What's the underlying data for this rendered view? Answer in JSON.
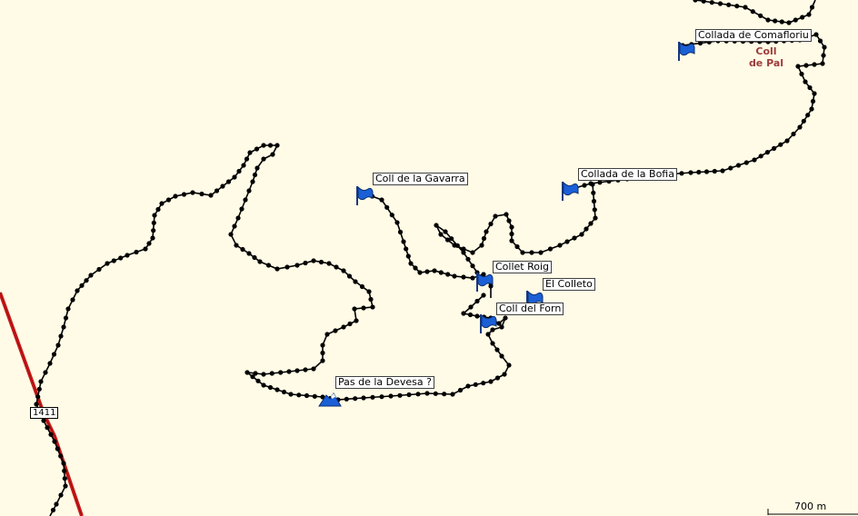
{
  "colors": {
    "background": "#fffbe6",
    "track": "#000000",
    "road": "#cc1a1a",
    "flag": "#1a5fd6",
    "place_label": "#9c3b3b"
  },
  "waypoints": [
    {
      "id": "comafloriu",
      "label": "Collada de Comafloriu",
      "icon": "blue-flag-icon"
    },
    {
      "id": "gavarra",
      "label": "Coll de la Gavarra",
      "icon": "blue-flag-icon"
    },
    {
      "id": "bofia",
      "label": "Collada de la Bofia",
      "icon": "blue-flag-icon"
    },
    {
      "id": "roig",
      "label": "Collet Roig",
      "icon": "blue-flag-icon"
    },
    {
      "id": "colleto",
      "label": "El Colleto",
      "icon": "blue-flag-icon"
    },
    {
      "id": "forn",
      "label": "Coll del Forn",
      "icon": "blue-flag-icon"
    },
    {
      "id": "devesa",
      "label": "Pas de la Devesa ?",
      "icon": "mountain-summit-icon"
    }
  ],
  "place_name": {
    "line1": "Coll",
    "line2": "de Pal"
  },
  "road_number": "1411",
  "scale_bar": {
    "label": "700 m"
  }
}
